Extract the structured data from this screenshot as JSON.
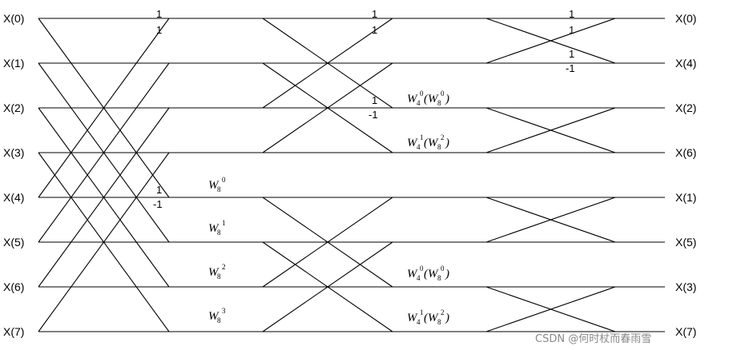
{
  "inputs": [
    "X(0)",
    "X(1)",
    "X(2)",
    "X(3)",
    "X(4)",
    "X(5)",
    "X(6)",
    "X(7)"
  ],
  "outputs": [
    "X(0)",
    "X(4)",
    "X(2)",
    "X(6)",
    "X(1)",
    "X(5)",
    "X(3)",
    "X(7)"
  ],
  "stage1": {
    "coefficients": [
      {
        "text": "1"
      },
      {
        "text": "1"
      },
      {
        "text": "1"
      },
      {
        "text": "-1"
      }
    ],
    "twiddles": [
      {
        "base": "W",
        "sub": "8",
        "sup": "0"
      },
      {
        "base": "W",
        "sub": "8",
        "sup": "1"
      },
      {
        "base": "W",
        "sub": "8",
        "sup": "2"
      },
      {
        "base": "W",
        "sub": "8",
        "sup": "3"
      }
    ]
  },
  "stage2": {
    "coefficients": [
      {
        "text": "1"
      },
      {
        "text": "1"
      },
      {
        "text": "1"
      },
      {
        "text": "-1"
      }
    ],
    "twiddles": [
      {
        "main_sub": "4",
        "main_sup": "0",
        "alt_sub": "8",
        "alt_sup": "0"
      },
      {
        "main_sub": "4",
        "main_sup": "1",
        "alt_sub": "8",
        "alt_sup": "2"
      },
      {
        "main_sub": "4",
        "main_sup": "0",
        "alt_sub": "8",
        "alt_sup": "0"
      },
      {
        "main_sub": "4",
        "main_sup": "1",
        "alt_sub": "8",
        "alt_sup": "2"
      }
    ]
  },
  "stage3": {
    "coefficients": [
      {
        "text": "1"
      },
      {
        "text": "1"
      },
      {
        "text": "1"
      },
      {
        "text": "-1"
      }
    ]
  },
  "watermark": "CSDN @何时杖而春雨雪"
}
